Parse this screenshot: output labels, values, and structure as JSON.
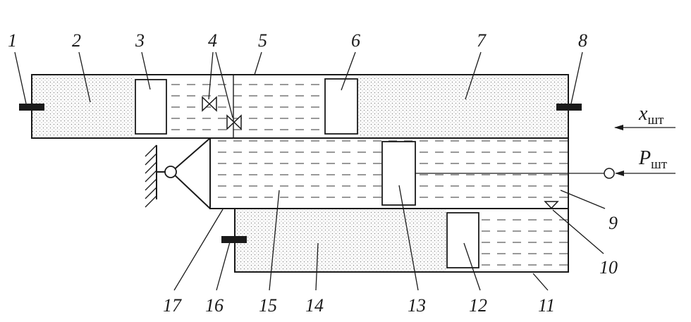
{
  "diagram": {
    "labels": {
      "l1": "1",
      "l2": "2",
      "l3": "3",
      "l4": "4",
      "l5": "5",
      "l6": "6",
      "l7": "7",
      "l8": "8",
      "l9": "9",
      "l10": "10",
      "l11": "11",
      "l12": "12",
      "l13": "13",
      "l14": "14",
      "l15": "15",
      "l16": "16",
      "l17": "17"
    },
    "inputs": {
      "x_main": "x",
      "x_sub": "шт",
      "p_main": "P",
      "p_sub": "шт"
    }
  }
}
